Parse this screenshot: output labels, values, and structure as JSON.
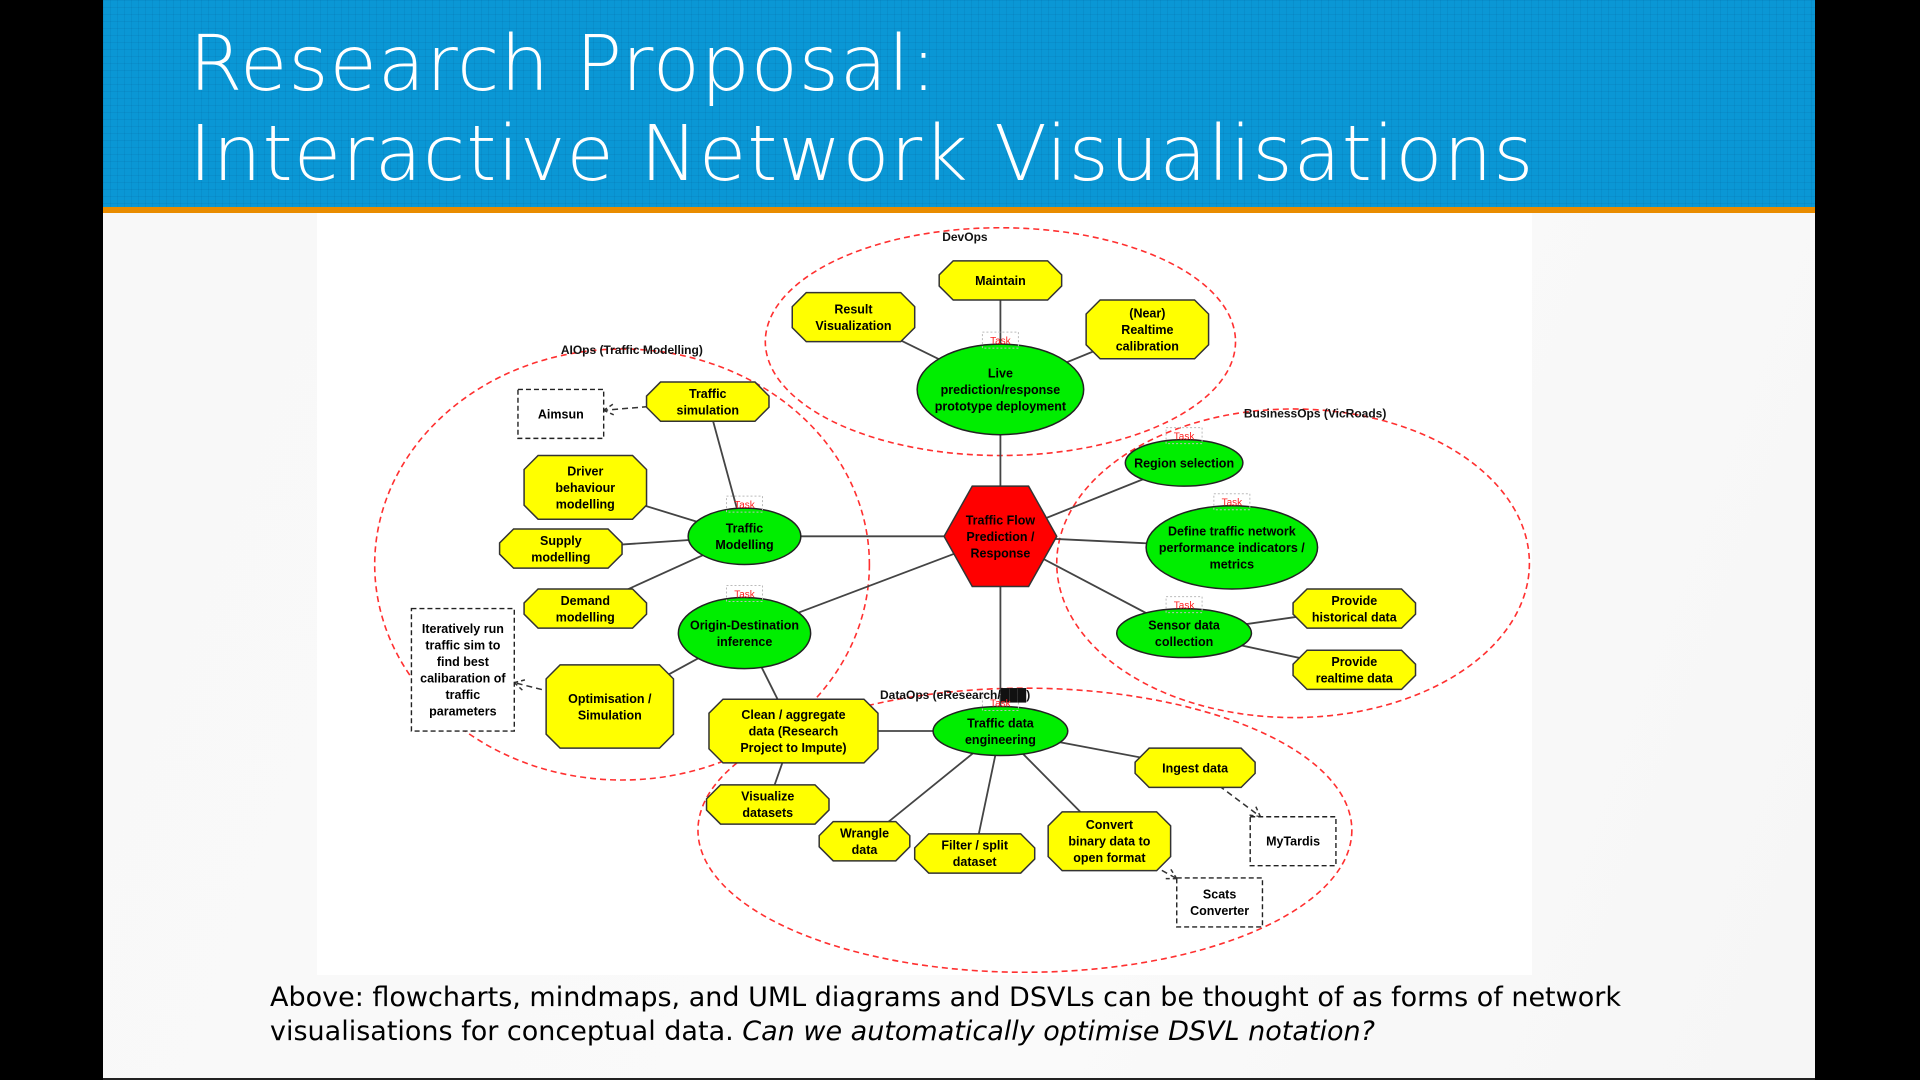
{
  "slide": {
    "title_lines": [
      "Research Proposal:",
      "Interactive Network Visualisations"
    ],
    "caption": {
      "text": "Above: flowcharts, mindmaps, and UML diagrams and DSVLs can be thought of as forms of network visualisations for conceptual data. ",
      "italic": "Can we automatically optimise DSVL notation?"
    }
  },
  "colors": {
    "header_blue": "#0a97d5",
    "accent_orange": "#e98c00",
    "central_node": "#ff0000",
    "task_node": "#00ee00",
    "subtask_node": "#ffff00",
    "group_boundary": "#ff3030"
  },
  "diagram": {
    "task_badge": "Task",
    "groups": [
      {
        "id": "devops",
        "label": "DevOps"
      },
      {
        "id": "aiops",
        "label": "AIOps (Traffic Modelling)"
      },
      {
        "id": "businessops",
        "label": "BusinessOps (VicRoads)"
      },
      {
        "id": "dataops",
        "label": "DataOps (eResearch/███)"
      }
    ],
    "central": {
      "id": "center",
      "lines": [
        "Traffic Flow",
        "Prediction /",
        "Response"
      ]
    },
    "tasks": [
      {
        "id": "live",
        "group": "devops",
        "lines": [
          "Live",
          "prediction/response",
          "prototype deployment"
        ]
      },
      {
        "id": "trafficmod",
        "group": "aiops",
        "lines": [
          "Traffic",
          "Modelling"
        ]
      },
      {
        "id": "od",
        "group": "aiops",
        "lines": [
          "Origin-Destination",
          "inference"
        ]
      },
      {
        "id": "region",
        "group": "businessops",
        "lines": [
          "Region selection"
        ]
      },
      {
        "id": "kpi",
        "group": "businessops",
        "lines": [
          "Define traffic network",
          "performance indicators /",
          "metrics"
        ]
      },
      {
        "id": "sensor",
        "group": "businessops",
        "lines": [
          "Sensor data",
          "collection"
        ]
      },
      {
        "id": "tde",
        "group": "dataops",
        "lines": [
          "Traffic data",
          "engineering"
        ]
      }
    ],
    "subtasks": [
      {
        "id": "maintain",
        "lines": [
          "Maintain"
        ]
      },
      {
        "id": "resultviz",
        "lines": [
          "Result",
          "Visualization"
        ]
      },
      {
        "id": "nearrt",
        "lines": [
          "(Near)",
          "Realtime",
          "calibration"
        ]
      },
      {
        "id": "trafficsim",
        "lines": [
          "Traffic",
          "simulation"
        ]
      },
      {
        "id": "driver",
        "lines": [
          "Driver",
          "behaviour",
          "modelling"
        ]
      },
      {
        "id": "supply",
        "lines": [
          "Supply",
          "modelling"
        ]
      },
      {
        "id": "demand",
        "lines": [
          "Demand",
          "modelling"
        ]
      },
      {
        "id": "optim",
        "lines": [
          "Optimisation /",
          "Simulation"
        ]
      },
      {
        "id": "clean",
        "lines": [
          "Clean / aggregate",
          "data (Research",
          "Project to Impute)"
        ]
      },
      {
        "id": "vizds",
        "lines": [
          "Visualize",
          "datasets"
        ]
      },
      {
        "id": "wrangle",
        "lines": [
          "Wrangle",
          "data"
        ]
      },
      {
        "id": "filter",
        "lines": [
          "Filter / split",
          "dataset"
        ]
      },
      {
        "id": "convert",
        "lines": [
          "Convert",
          "binary data to",
          "open format"
        ]
      },
      {
        "id": "ingest",
        "lines": [
          "Ingest data"
        ]
      },
      {
        "id": "hist",
        "lines": [
          "Provide",
          "historical data"
        ]
      },
      {
        "id": "rt",
        "lines": [
          "Provide",
          "realtime data"
        ]
      }
    ],
    "notes": [
      {
        "id": "aimsun",
        "lines": [
          "Aimsun"
        ]
      },
      {
        "id": "iter",
        "lines": [
          "Iteratively run",
          "traffic sim to",
          "find best",
          "calibaration of",
          "traffic",
          "parameters"
        ]
      },
      {
        "id": "mytardis",
        "lines": [
          "MyTardis"
        ]
      },
      {
        "id": "scats",
        "lines": [
          "Scats",
          "Converter"
        ]
      }
    ],
    "edges": [
      [
        "center",
        "live"
      ],
      [
        "center",
        "trafficmod"
      ],
      [
        "center",
        "od"
      ],
      [
        "center",
        "region"
      ],
      [
        "center",
        "kpi"
      ],
      [
        "center",
        "sensor"
      ],
      [
        "center",
        "tde"
      ],
      [
        "live",
        "maintain"
      ],
      [
        "live",
        "resultviz"
      ],
      [
        "live",
        "nearrt"
      ],
      [
        "trafficmod",
        "trafficsim"
      ],
      [
        "trafficmod",
        "driver"
      ],
      [
        "trafficmod",
        "supply"
      ],
      [
        "trafficmod",
        "demand"
      ],
      [
        "od",
        "optim"
      ],
      [
        "od",
        "clean"
      ],
      [
        "sensor",
        "hist"
      ],
      [
        "sensor",
        "rt"
      ],
      [
        "tde",
        "clean"
      ],
      [
        "tde",
        "wrangle"
      ],
      [
        "tde",
        "filter"
      ],
      [
        "tde",
        "convert"
      ],
      [
        "tde",
        "ingest"
      ],
      [
        "clean",
        "vizds"
      ]
    ],
    "dependencies": [
      [
        "trafficsim",
        "aimsun"
      ],
      [
        "optim",
        "iter"
      ],
      [
        "ingest",
        "mytardis"
      ],
      [
        "convert",
        "scats"
      ]
    ]
  }
}
